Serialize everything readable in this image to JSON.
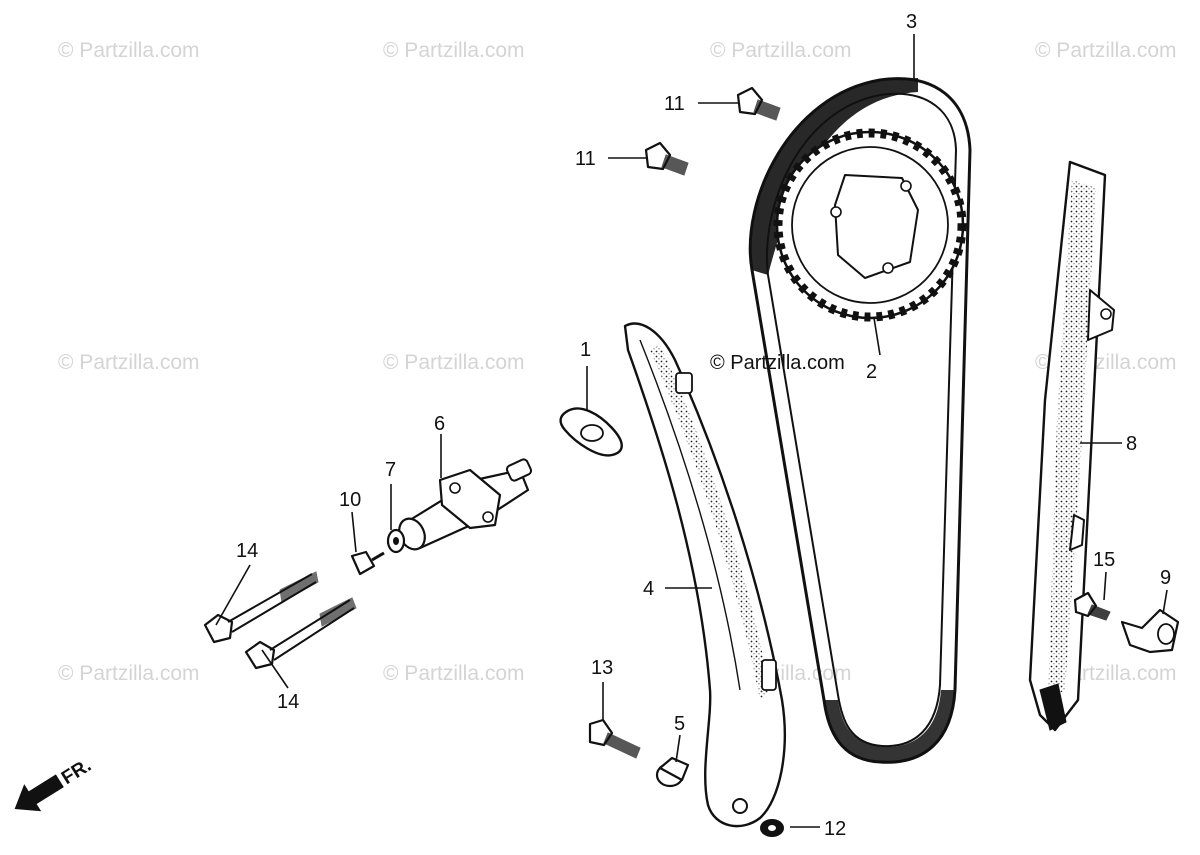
{
  "watermark": {
    "text": "© Partzilla.com",
    "center_text": "© Partzilla.com"
  },
  "callouts": {
    "c1": "1",
    "c2": "2",
    "c3": "3",
    "c4": "4",
    "c5": "5",
    "c6": "6",
    "c7": "7",
    "c8": "8",
    "c9": "9",
    "c10": "10",
    "c11a": "11",
    "c11b": "11",
    "c12": "12",
    "c13": "13",
    "c14a": "14",
    "c14b": "14",
    "c15": "15"
  },
  "direction_label": "FR.",
  "colors": {
    "ink": "#111111",
    "watermark": "#d4d4d4",
    "background": "#ffffff"
  }
}
